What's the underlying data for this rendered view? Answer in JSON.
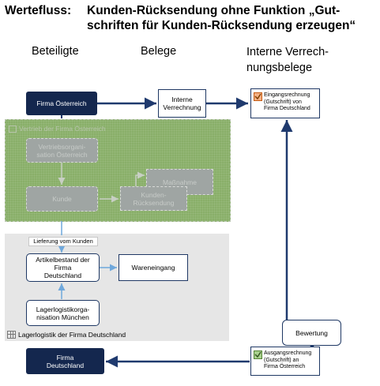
{
  "title": {
    "prefix": "Wertefluss:",
    "line1": "Kunden-Rücksendung ohne Funktion „Gut-",
    "line2": "schriften für Kunden-Rücksendung erzeugen“"
  },
  "columns": {
    "beteiligte": "Beteiligte",
    "belege": "Belege",
    "interne": [
      "Interne Verrech-",
      "nungsbelege"
    ]
  },
  "boxes": {
    "firma_oesterreich": "Firma Österreich",
    "interne_verrechnung": [
      "Interne",
      "Verrechnung"
    ],
    "eingangsrechnung": [
      "Eingangsrechnung",
      "(Gutschrift) von",
      "Firma Deutschland"
    ],
    "vertrieb_region": "Vertrieb der Firma Österreich",
    "vertriebsorganisation": [
      "Vertriebsorgani-",
      "sation Österreich"
    ],
    "kunde": "Kunde",
    "massnahme": "Maßnahme",
    "kunden_ruecksendung": [
      "Kunden-",
      "Rücksendung"
    ],
    "lieferung_vom_kunden": "Lieferung vom Kunden",
    "artikelbestand": [
      "Artikelbestand der",
      "Firma",
      "Deutschland"
    ],
    "wareneingang": "Wareneingang",
    "lagerlogistikorganisation": [
      "Lagerlogistikorga-",
      "nisation München"
    ],
    "lager_region": "Lagerlogistik der Firma  Deutschland",
    "bewertung": "Bewertung",
    "ausgangsrechnung": [
      "Ausgangsrechnung",
      "(Gutschrift) an",
      "Firma Österreich"
    ],
    "firma_deutschland": [
      "Firma",
      "Deutschland"
    ]
  },
  "colors": {
    "navy": "#14274e",
    "arrow": "#1f3a6e",
    "green_region": "#86ad65",
    "gray_region": "#e6e6e6",
    "ghost_box": "#9fa5a3",
    "light_arrow": "#6fa8dc"
  }
}
